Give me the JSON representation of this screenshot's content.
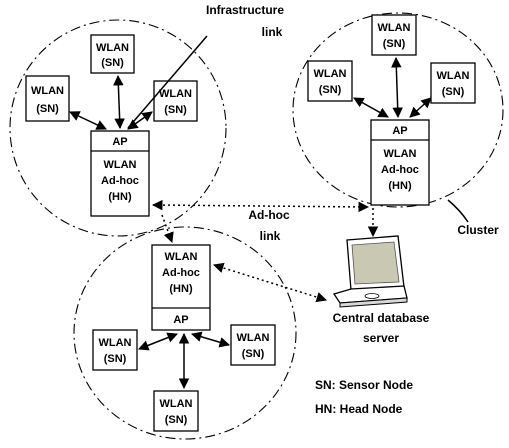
{
  "labels": {
    "infrastructure_line1": "Infrastructure",
    "infrastructure_line2": "link",
    "adhoc_line1": "Ad-hoc",
    "adhoc_line2": "link",
    "cluster": "Cluster",
    "server_line1": "Central database",
    "server_line2": "server"
  },
  "node": {
    "wlan": "WLAN",
    "sn": "(SN)",
    "ap": "AP",
    "adhoc": "Ad-hoc",
    "hn": "(HN)"
  },
  "legend": {
    "sn": "SN: Sensor Node",
    "hn": "HN: Head Node"
  }
}
